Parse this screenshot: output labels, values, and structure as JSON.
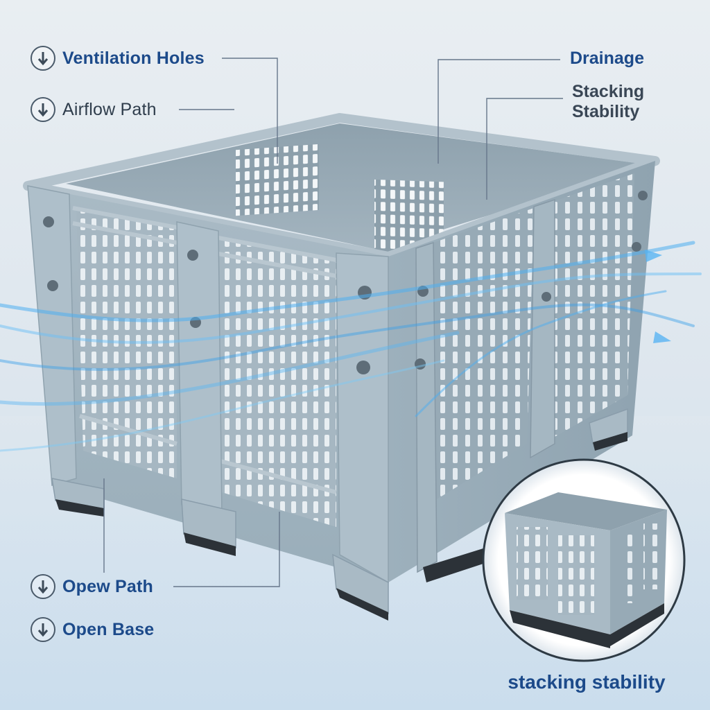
{
  "callouts_left": [
    {
      "label": "Ventilation Holes",
      "icon": "down-arrow-circle-icon"
    },
    {
      "label": "Airflow Path",
      "icon": "down-arrow-circle-icon"
    },
    {
      "label": "Opew Path",
      "icon": "down-arrow-circle-icon"
    },
    {
      "label": "Open Base",
      "icon": "down-arrow-circle-icon"
    }
  ],
  "callouts_right": {
    "drainage": "Drainage",
    "stacking_line1": "Stacking",
    "stacking_line2": "Stability"
  },
  "inset": {
    "caption": "stacking stability"
  },
  "colors": {
    "crate": "#9fb1bd",
    "crate_dark": "#7d909d",
    "airflow": "#3aa0e8",
    "label_blue": "#1c4a8a"
  }
}
